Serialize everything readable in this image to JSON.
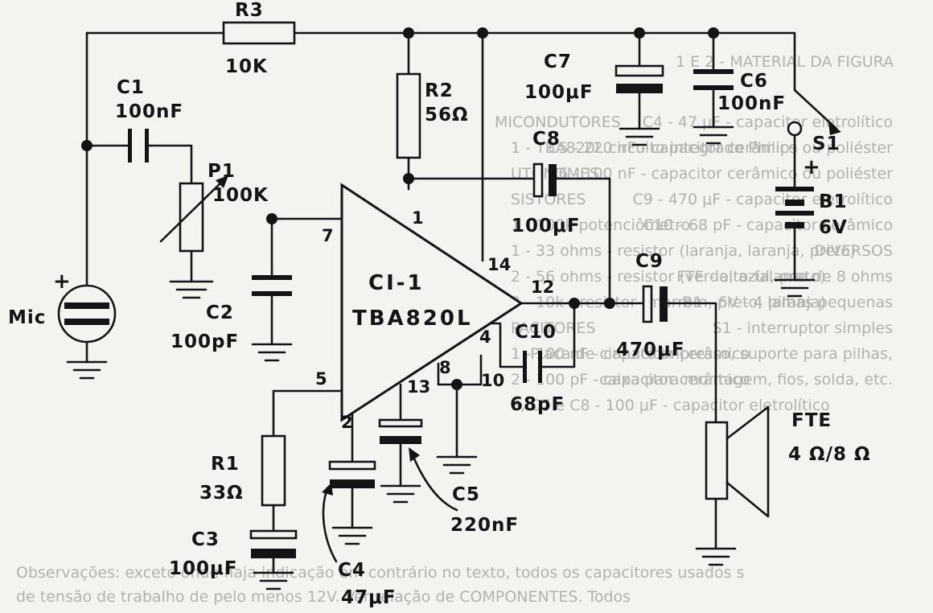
{
  "components": {
    "r3": {
      "ref": "R3",
      "value": "10K"
    },
    "r2": {
      "ref": "R2",
      "value": "56Ω"
    },
    "r1": {
      "ref": "R1",
      "value": "33Ω"
    },
    "c1": {
      "ref": "C1",
      "value": "100nF"
    },
    "c2": {
      "ref": "C2",
      "value": "100pF"
    },
    "c3": {
      "ref": "C3",
      "value": "100μF"
    },
    "c4": {
      "ref": "C4",
      "value": "47μF"
    },
    "c5": {
      "ref": "C5",
      "value": "220nF"
    },
    "c6": {
      "ref": "C6",
      "value": "100nF"
    },
    "c7": {
      "ref": "C7",
      "value": "100μF"
    },
    "c8": {
      "ref": "C8",
      "value": "100μF"
    },
    "c9": {
      "ref": "C9",
      "value": "470μF"
    },
    "c10": {
      "ref": "C10",
      "value": "68pF"
    },
    "p1": {
      "ref": "P1",
      "value": "100K"
    },
    "s1": {
      "ref": "S1"
    },
    "b1": {
      "ref": "B1",
      "value": "6V"
    },
    "mic": {
      "label": "Mic",
      "polarity": "+"
    },
    "speaker": {
      "ref": "FTE",
      "value": "4 Ω/8 Ω"
    },
    "ic": {
      "ref": "CI-1",
      "part": "TBA820L"
    },
    "battery_polarity": "+"
  },
  "pins": {
    "p1": "1",
    "p2": "2",
    "p4": "4",
    "p5": "5",
    "p7": "7",
    "p8": "8",
    "p10": "10",
    "p12": "12",
    "p13": "13",
    "p14": "14"
  },
  "bleed_text": [
    "1 E 2 - MATERIAL DA FIGURA",
    "MICONDUTORES",
    "1 - TBA820L circuito integrado Philips",
    "UTONOMES",
    "SISTORES",
    "1 - 100k potenciômetro",
    "1 - 33 ohms - resistor (laranja, laranja, preto)",
    "2 - 56 ohms - resistor (verde, azul, preto)",
    "3 - 10k - resistor (marrom, preto, laranja)",
    "PACITORES",
    "1 - 100 nF - capacitor cerâmico",
    "2 - 100 pF - capacitor cerâmico",
    "3, C7 e C8 - 100 μF - capacitor eletrolítico",
    "C4 - 47 μF - capacitor eletrolítico",
    "C5 - 220 nF - capacitor cerâmico ou poliéster",
    "C6 - 100 nF - capacitor cerâmico ou poliéster",
    "C9 - 470 μF - capacitor eletrolítico",
    "C10 - 68 pF - capacitor cerâmico",
    "DIVERSOS",
    "FTE - alto-falante de 8 ohms",
    "B1 - 6V - 4 pilhas pequenas",
    "S1 - interruptor simples",
    "Placa de circuito impresso, suporte para pilhas,",
    "caixa para montagem, fios, solda, etc.",
    "Observações: exceto onde haja indicação em contrário no texto, todos os capacitores usados s",
    "de tensão de trabalho de pelo menos 12V. Ver relação de COMPONENTES. Todos"
  ],
  "colors": {
    "ink": "#141414",
    "paper": "#f4f3f0",
    "bleed": "#b4b2ae"
  }
}
